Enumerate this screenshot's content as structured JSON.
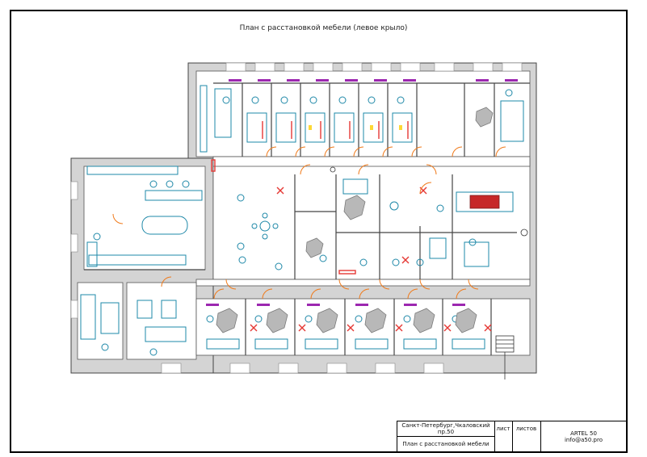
{
  "sheet": {
    "title": "План с расстановкой мебели (левое крыло)"
  },
  "stamp": {
    "address": "Санкт-Петербург,Чкаловский пр.50",
    "drawing_name": "План с расстановкой мебели",
    "sheet_label": "лист",
    "sheets_label": "листов",
    "company": "ARTEL 50",
    "email": "info@a50.pro"
  },
  "colors": {
    "wall": "#d4d4d4",
    "wall_line": "#444444",
    "furniture": "#1e88a8",
    "dental_chair": "#9e9e9e",
    "door": "#f07a1a",
    "partition_red": "#e53935",
    "purple_detail": "#9c27b0",
    "yellow_detail": "#fdd835"
  }
}
